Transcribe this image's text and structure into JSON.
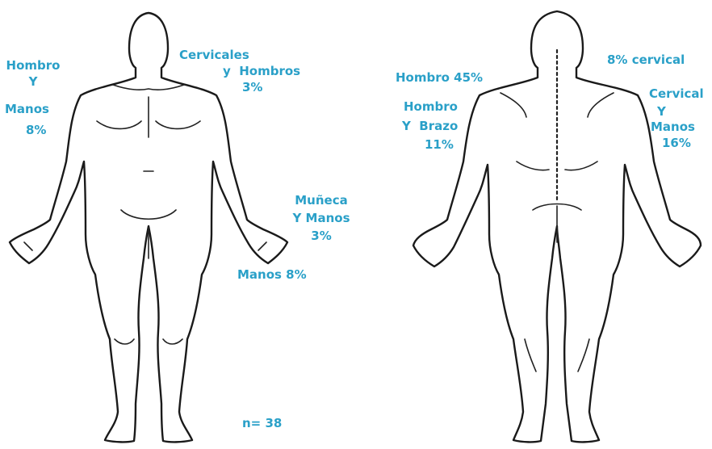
{
  "colors": {
    "label": "#2aa0c8",
    "outline": "#1a1a1a",
    "background": "#ffffff"
  },
  "front": {
    "hombro_manos": [
      "Hombro",
      "Y",
      "Manos",
      "8%"
    ],
    "cervicales_hombros": {
      "line1": "Cervicales",
      "line2": "y  Hombros",
      "line3": "3%"
    },
    "muneca_manos": [
      "Muñeca",
      "Y Manos",
      "3%"
    ],
    "manos": "Manos 8%",
    "n": "n= 38"
  },
  "back": {
    "hombro": "Hombro 45%",
    "cervical": "8% cervical",
    "hombro_brazo": [
      "Hombro",
      "Y  Brazo",
      "11%"
    ],
    "cervical_manos": [
      "Cervical",
      "Y",
      "Manos",
      "16%"
    ]
  }
}
